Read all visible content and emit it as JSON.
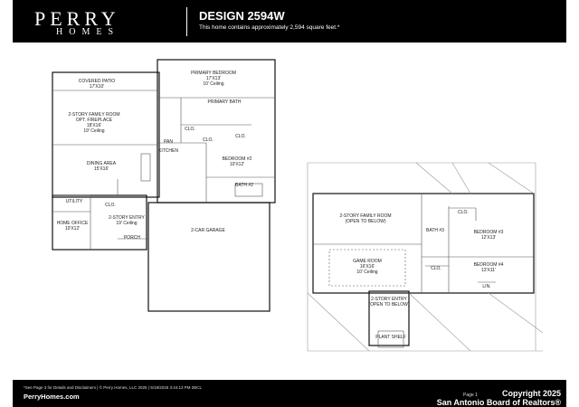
{
  "header": {
    "brand_name": "PERRY",
    "brand_sub": "HOMES",
    "design_title": "DESIGN 2594W",
    "design_subtitle": "This home contains approximately 2,594 square feet.*"
  },
  "first_floor": {
    "rooms": [
      {
        "name": "COVERED PATIO",
        "dims": "17'X10'"
      },
      {
        "name": "PRIMARY BEDROOM",
        "dims": "17'X13'",
        "note": "10' Ceiling"
      },
      {
        "name": "PRIMARY BATH"
      },
      {
        "name": "2-STORY FAMILY ROOM",
        "note": "OPT. FIREPLACE",
        "dims": "18'X16'",
        "note2": "19' Ceiling"
      },
      {
        "name": "CLO."
      },
      {
        "name": "CLO."
      },
      {
        "name": "CLO."
      },
      {
        "name": "PAN"
      },
      {
        "name": "KITCHEN"
      },
      {
        "name": "DINING AREA",
        "dims": "15'X16'"
      },
      {
        "name": "BEDROOM #2",
        "dims": "10'X12'"
      },
      {
        "name": "BATH #2"
      },
      {
        "name": "UTILITY"
      },
      {
        "name": "CLO."
      },
      {
        "name": "HOME OFFICE",
        "dims": "10'X12'"
      },
      {
        "name": "2-STORY ENTRY",
        "note": "19' Ceiling"
      },
      {
        "name": "PORCH"
      },
      {
        "name": "2-CAR GARAGE"
      }
    ]
  },
  "second_floor": {
    "rooms": [
      {
        "name": "2-STORY FAMILY ROOM",
        "note": "(OPEN TO BELOW)"
      },
      {
        "name": "CLO."
      },
      {
        "name": "BATH #3"
      },
      {
        "name": "BEDROOM #3",
        "dims": "12'X13'"
      },
      {
        "name": "GAME ROOM",
        "dims": "16'X16'",
        "note": "10' Ceiling"
      },
      {
        "name": "CLO."
      },
      {
        "name": "BEDROOM #4",
        "dims": "13'X11'"
      },
      {
        "name": "LIN."
      },
      {
        "name": "2-STORY ENTRY",
        "note": "(OPEN TO BELOW)"
      },
      {
        "name": "PLANT SHELF"
      }
    ]
  },
  "footer": {
    "disclaimer": "*See Page 3 for Details and Disclaimers  |  © Perry Homes, LLC 2025  |  5/19/2025 3:44:13 PM  2BCL",
    "website": "PerryHomes.com",
    "page": "Page 1",
    "watermark_line1": "Copyright 2025",
    "watermark_line2": "San Antonio Board of Realtors®"
  }
}
